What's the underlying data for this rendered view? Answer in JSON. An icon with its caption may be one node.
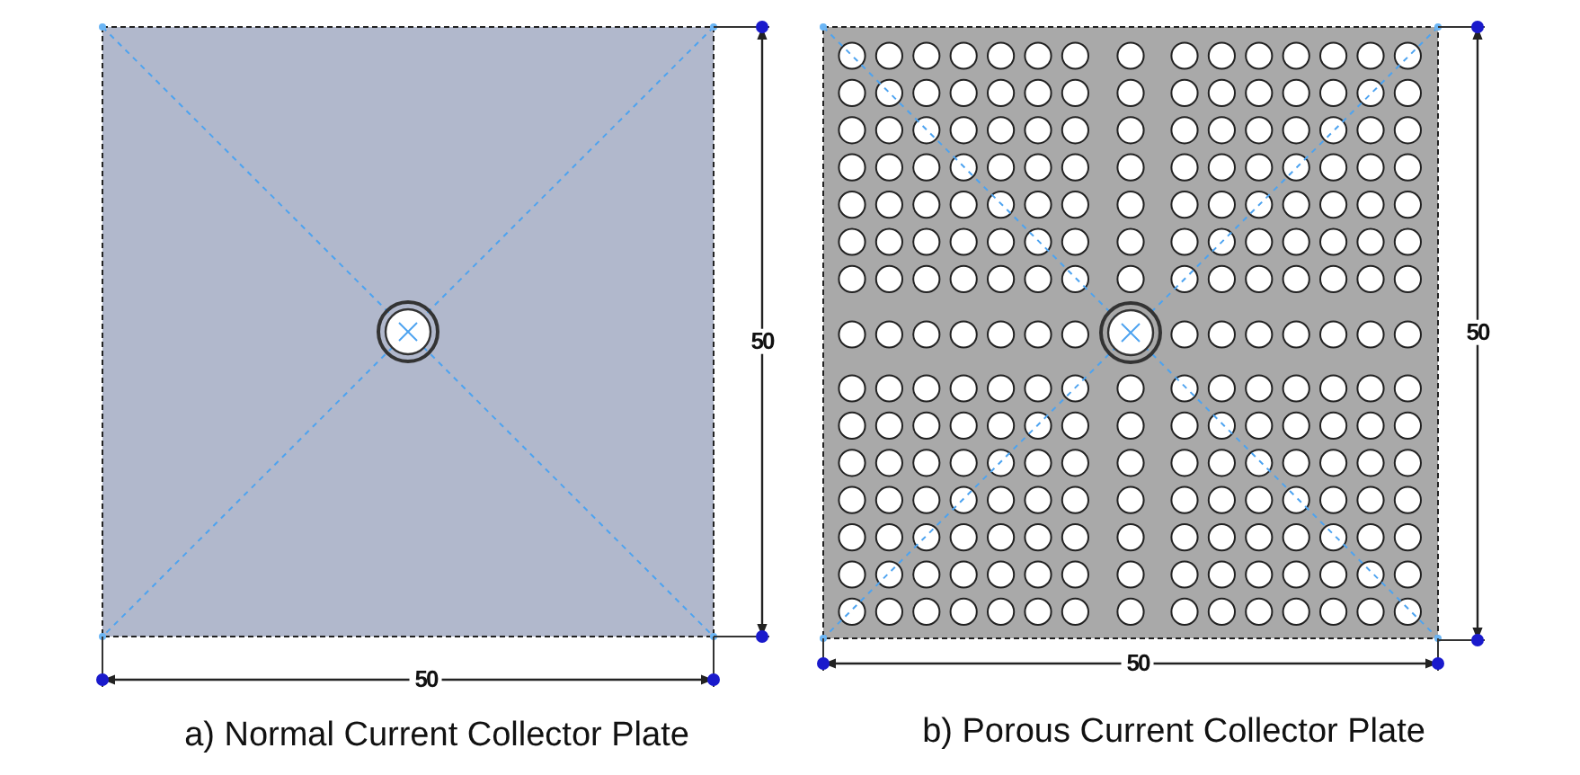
{
  "diagram": {
    "labels": [
      "50",
      "50",
      "50",
      "50",
      "a) Normal Current Collector Plate",
      "b) Porous Current Collector Plate"
    ]
  }
}
